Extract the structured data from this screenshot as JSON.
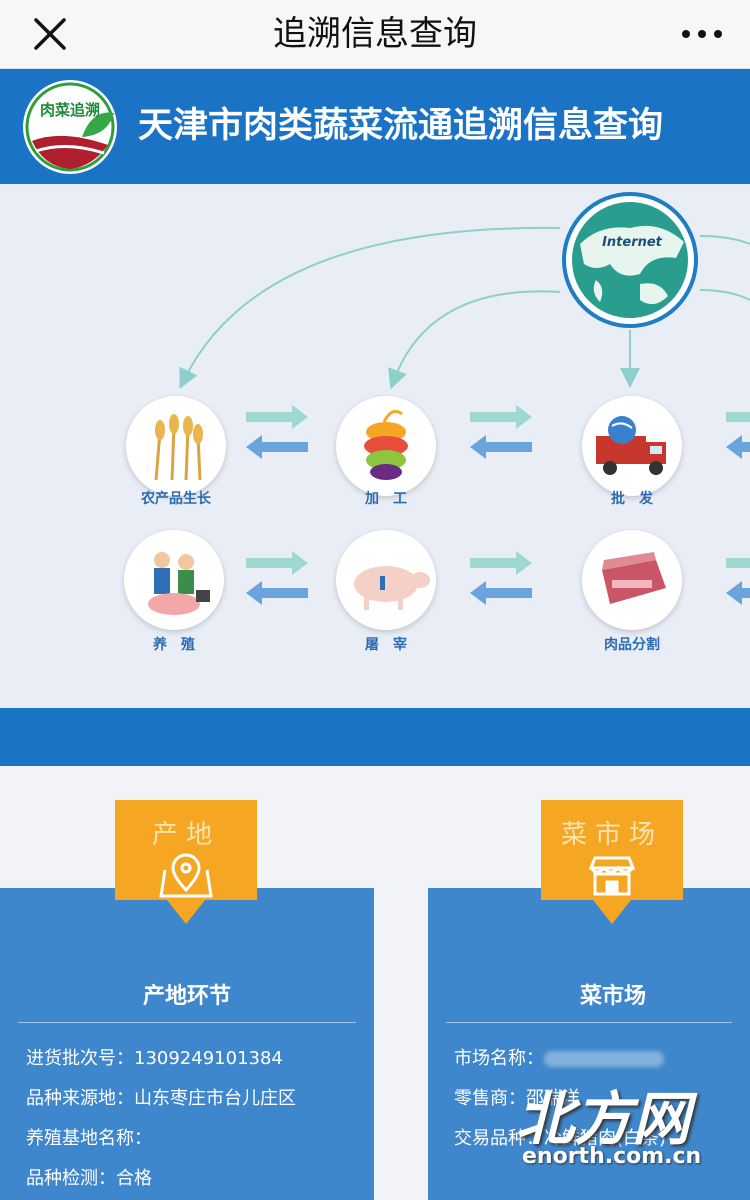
{
  "nav": {
    "close_icon": "close-icon",
    "title": "追溯信息查询",
    "more_icon": "more-icon"
  },
  "header": {
    "logo_text": "肉菜追溯",
    "title": "天津市肉类蔬菜流通追溯信息查询"
  },
  "flow": {
    "internet_label": "Internet",
    "nodes": [
      "农产品生长",
      "加　工",
      "批　发",
      "养　殖",
      "屠　宰",
      "肉品分割"
    ],
    "colors": {
      "arrow_right": "#9fd8d2",
      "arrow_left": "#6aa4dc",
      "curve": "#8ccfcb"
    }
  },
  "cards": [
    {
      "tag": "产地",
      "icon": "map-pin-icon",
      "title": "产地环节",
      "rows": [
        {
          "label": "进货批次号：",
          "value": "1309249101384"
        },
        {
          "label": "品种来源地：",
          "value": "山东枣庄市台儿庄区"
        },
        {
          "label": "养殖基地名称：",
          "value": ""
        },
        {
          "label": "品种检测：",
          "value": "合格"
        }
      ]
    },
    {
      "tag": "菜市场",
      "icon": "storefront-icon",
      "title": "菜市场",
      "rows": [
        {
          "label": "市场名称：",
          "value": ""
        },
        {
          "label": "零售商：",
          "value": "邵瑞洋"
        },
        {
          "label": "交易品种：",
          "value": "冷鲜猪肉(白条)"
        }
      ]
    }
  ],
  "watermark": {
    "text": "北方网",
    "url": "enorth.com.cn"
  },
  "colors": {
    "brand_blue": "#1a73c4",
    "card_blue": "#3f87cc",
    "tag_orange": "#f5a623"
  }
}
